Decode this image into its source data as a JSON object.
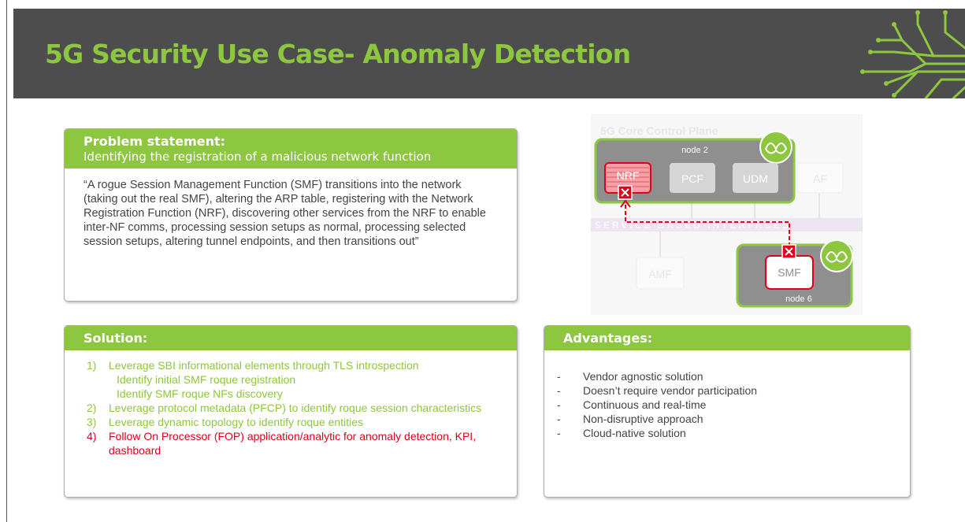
{
  "title": "5G Security Use Case- Anomaly Detection",
  "problem": {
    "heading": "Problem statement:",
    "subheading": "Identifying the registration of a malicious network function",
    "quote": "“A rogue Session Management Function (SMF) transitions into the network (taking out the real SMF), altering the ARP table, registering with the Network Registration Function (NRF), discovering other services from the NRF to enable inter-NF comms, processing session setups as normal, processing selected session setups, altering tunnel endpoints, and then transitions out”"
  },
  "solution": {
    "heading": "Solution:",
    "items": [
      {
        "num": "1)",
        "text": "Leverage SBI informational elements through TLS introspection",
        "subs": [
          "Identify initial SMF roque registration",
          "Identify SMF roque NFs discovery"
        ]
      },
      {
        "num": "2)",
        "text": "Leverage protocol metadata (PFCP) to identify roque session characteristics"
      },
      {
        "num": "3)",
        "text": "Leverage dynamic topology to identify roque entities"
      },
      {
        "num": "4)",
        "text": "Follow On Processor (FOP) application/analytic for anomaly detection, KPI, dashboard"
      }
    ]
  },
  "advantages": {
    "heading": "Advantages:",
    "bullet": "-",
    "items": [
      "Vendor agnostic solution",
      "Doesn’t require vendor participation",
      "Continuous and real-time",
      "Non-disruptive approach",
      "Cloud-native solution"
    ]
  },
  "diagram": {
    "plane_label": "5G Core Control Plane",
    "bus_label": "SERVICE BASED INTERFACES",
    "node2_label": "node 2",
    "node6_label": "node 6",
    "nf": {
      "nrf": "NRF",
      "pcf": "PCF",
      "udm": "UDM",
      "af": "AF",
      "amf": "AMF",
      "smf": "SMF"
    }
  },
  "colors": {
    "accent_green": "#8dc63f",
    "header_bg": "#4d4d4d",
    "alert_red": "#e0001a"
  }
}
